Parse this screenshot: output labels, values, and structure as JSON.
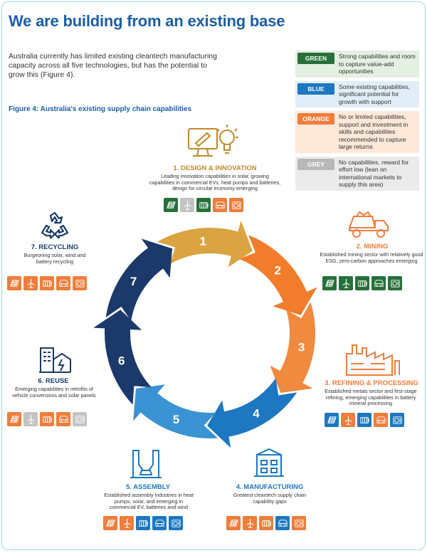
{
  "page": {
    "title": "We are building from an existing base",
    "intro": "Australia currently has limited existing cleantech manufacturing capacity across all five technologies, but has the potential to grow this (Figure 4).",
    "figure_caption": "Figure 4: Australia's existing supply chain capabilities"
  },
  "legend": [
    {
      "tag": "GREEN",
      "text": "Strong capabilities and room to capture value-add opportunities",
      "color": "#27703a",
      "bg": "#e3f0e2"
    },
    {
      "tag": "BLUE",
      "text": "Some existing capabilities, significant potential for growth with support",
      "color": "#1d78c1",
      "bg": "#e1edf8"
    },
    {
      "tag": "ORANGE",
      "text": "No or limited capabilities, support and investment in skills and capabilities recommended to capture large returns",
      "color": "#ef7d3c",
      "bg": "#fde8da"
    },
    {
      "tag": "GREY",
      "text": "No capabilities, reward for effort low (lean on international markets to supply this area)",
      "color": "#b8b8b8",
      "bg": "#ebebeb"
    }
  ],
  "colors": {
    "green": "#27703a",
    "blue": "#1d78c1",
    "orange": "#ef7d3c",
    "grey": "#c3c3c3"
  },
  "technologies": [
    "solar-panel-icon",
    "wind-turbine-icon",
    "battery-icon",
    "electric-vehicle-icon",
    "heat-pump-icon"
  ],
  "cycle_numbers": [
    "1",
    "2",
    "3",
    "4",
    "5",
    "6",
    "7"
  ],
  "stages": [
    {
      "id": "design",
      "title": "1. DESIGN & INNOVATION",
      "desc": "Leading innovation capabilities in solar, growing capabilities in commercial EVs, heat pumps and batteries, design for circular economy emerging",
      "ratings": [
        "green",
        "grey",
        "green",
        "orange",
        "orange"
      ],
      "title_color": "#c08a2c"
    },
    {
      "id": "mining",
      "title": "2. MINING",
      "desc": "Established mining sector with relatively good ESG, zero-carbon approaches emerging",
      "ratings": [
        "green",
        "green",
        "green",
        "green",
        "green"
      ],
      "title_color": "#ef7d3c"
    },
    {
      "id": "refining",
      "title": "3. REFINING & PROCESSING",
      "desc": "Established metals sector and first-stage refining, emerging capabilities in battery mineral processing",
      "ratings": [
        "blue",
        "orange",
        "blue",
        "orange",
        "blue"
      ],
      "title_color": "#ef7d3c"
    },
    {
      "id": "manufacturing",
      "title": "4. MANUFACTURING",
      "desc": "Greatest cleantech supply chain capability gaps",
      "ratings": [
        "orange",
        "orange",
        "orange",
        "blue",
        "orange"
      ],
      "title_color": "#1d78c1"
    },
    {
      "id": "assembly",
      "title": "5. ASSEMBLY",
      "desc": "Established assembly industries in heat pumps, solar, and emerging in commercial EV, batteries and wind",
      "ratings": [
        "orange",
        "orange",
        "blue",
        "blue",
        "blue"
      ],
      "title_color": "#1d78c1"
    },
    {
      "id": "reuse",
      "title": "6. REUSE",
      "desc": "Emerging capabilities in retrofits of vehicle conversions and solar panels",
      "ratings": [
        "orange",
        "grey",
        "orange",
        "orange",
        "grey"
      ],
      "title_color": "#1b3a6b"
    },
    {
      "id": "recycling",
      "title": "7. RECYCLING",
      "desc": "Burgeoning solar, wind and battery recycling",
      "ratings": [
        "orange",
        "orange",
        "orange",
        "orange",
        "orange"
      ],
      "title_color": "#1b3a6b"
    }
  ]
}
